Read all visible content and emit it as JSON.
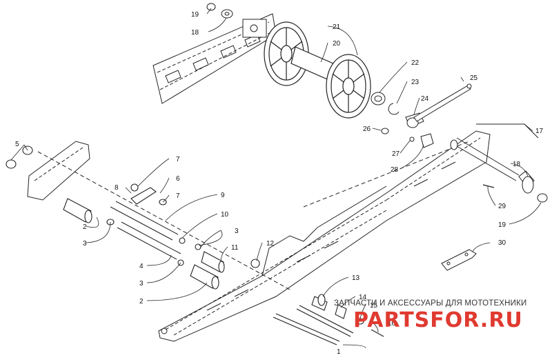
{
  "callouts": [
    "1",
    "2",
    "3",
    "4",
    "5",
    "6",
    "7",
    "8",
    "9",
    "10",
    "11",
    "12",
    "13",
    "14",
    "15",
    "16",
    "17",
    "18",
    "19",
    "20",
    "21",
    "22",
    "23",
    "24",
    "25",
    "26",
    "27",
    "28",
    "29",
    "30"
  ],
  "watermark": {
    "caption": "ЗАПЧАСТИ И АКСЕССУАРЫ ДЛЯ МОТОТЕХНИКИ",
    "logo": "PARTSFOR.RU",
    "logo_color": "#e03a30"
  },
  "colors": {
    "line": "#222222",
    "background": "#ffffff"
  }
}
